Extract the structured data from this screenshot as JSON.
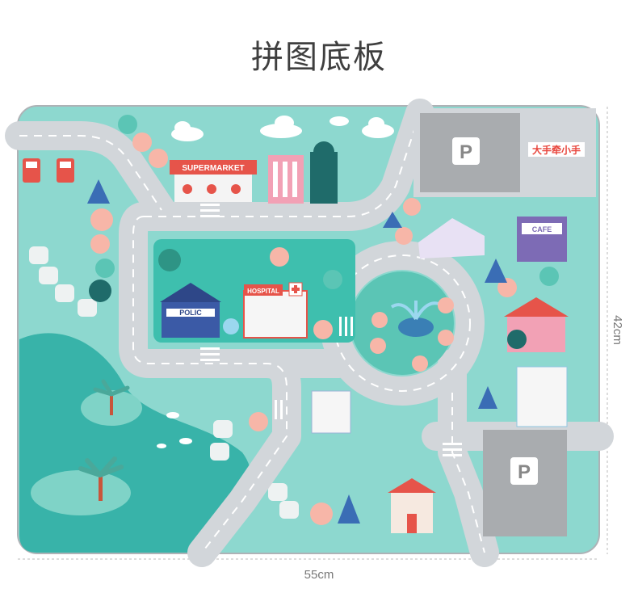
{
  "title": "拼图底板",
  "dimensions": {
    "width_label": "55cm",
    "height_label": "42cm"
  },
  "board": {
    "signs": {
      "supermarket": "SUPERMARKET",
      "hospital": "HOSPITAL",
      "police": "POLIC",
      "cafe": "CAFE",
      "parking": "P"
    },
    "brand": "大手牵小手"
  },
  "colors": {
    "road": "#d2d6da",
    "grass": "#8dd8cf",
    "water": "#38b3a9",
    "park": "#3ebfae",
    "frame": "#b0b4b8",
    "brand_red": "#e8453c"
  }
}
